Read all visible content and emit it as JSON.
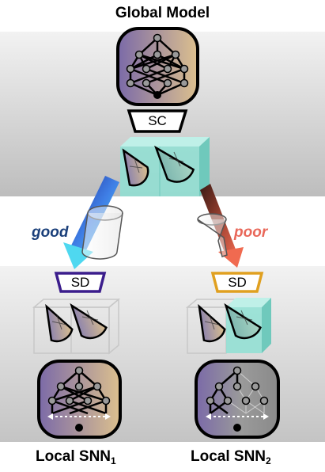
{
  "title": "Global Model",
  "server_compressor_label": "SC",
  "good_label": "good",
  "poor_label": "poor",
  "left_decompressor_label": "SD",
  "right_decompressor_label": "SD",
  "local_left": {
    "text": "Local SNN",
    "sub": "1"
  },
  "local_right": {
    "text": "Local SNN",
    "sub": "2"
  },
  "colors": {
    "good_arrow": "#2f6fe0",
    "poor_arrow": "#e0533f",
    "left_sd_border": "#3b1d8c",
    "right_sd_border": "#e0a020",
    "model_purple": "#8c78b0",
    "model_tan": "#d8b98a",
    "cube_teal": "#8fe0d4"
  }
}
